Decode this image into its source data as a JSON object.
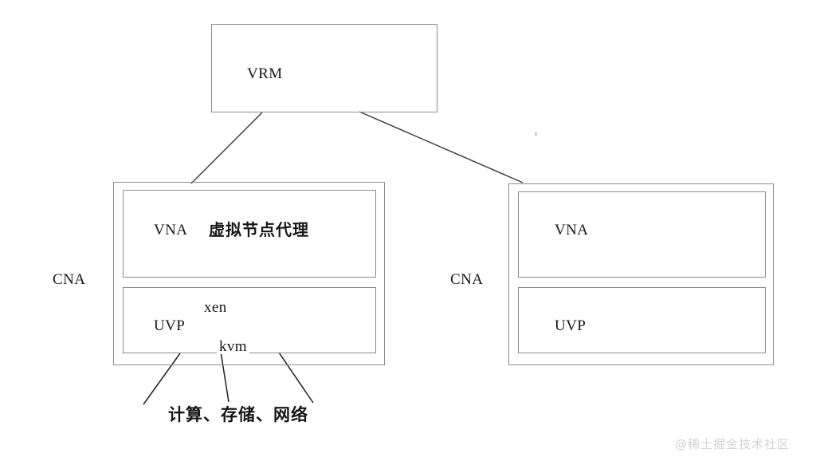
{
  "diagram": {
    "title_node": {
      "label": "VRM"
    },
    "clusters": [
      {
        "outer_label": "CNA",
        "rows": [
          {
            "primary": "VNA",
            "secondary": "虚拟节点代理"
          },
          {
            "primary": "UVP",
            "top_tag": "xen",
            "bottom_tag": "kvm"
          }
        ]
      },
      {
        "outer_label": "CNA",
        "rows": [
          {
            "primary": "VNA",
            "secondary": ""
          },
          {
            "primary": "UVP",
            "top_tag": "",
            "bottom_tag": ""
          }
        ]
      }
    ],
    "resources_label": "计算、存储、网络",
    "colors": {
      "stroke": "#8c8c8c",
      "connector": "#3a3a3a",
      "text": "#171717",
      "background": "#ffffff",
      "watermark": "#d2d2d2"
    }
  },
  "watermark": {
    "text": "@稀土掘金技术社区"
  }
}
